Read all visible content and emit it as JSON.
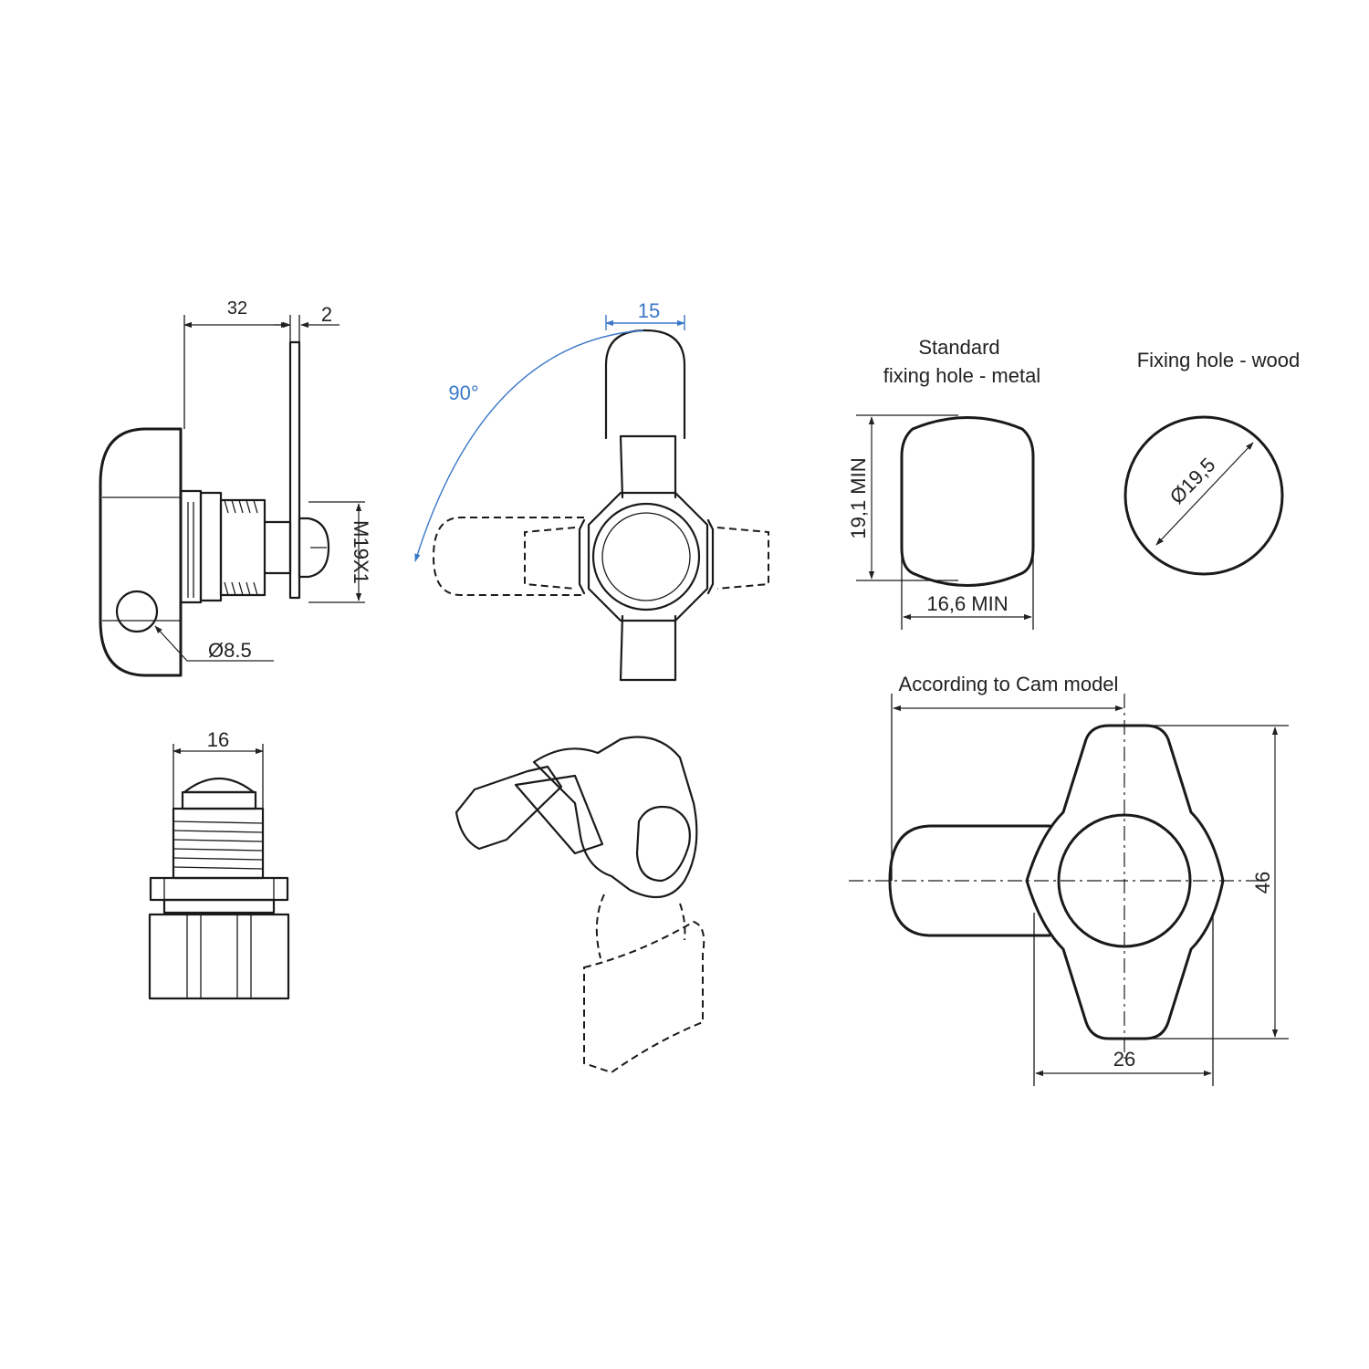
{
  "accent_color": "#3b78c8",
  "line_color": "#1a1a1a",
  "side_view": {
    "dim_length": "32",
    "dim_plate": "2",
    "dim_thread": "M19X1",
    "dim_padlock_hole": "Ø8.5"
  },
  "front_view": {
    "dim_cam_width": "15",
    "rotation_angle": "90°"
  },
  "bottom_view": {
    "dim_width": "16"
  },
  "metal_hole": {
    "title_line1": "Standard",
    "title_line2": "fixing hole - metal",
    "dim_height": "19,1 MIN",
    "dim_width": "16,6 MIN"
  },
  "wood_hole": {
    "title": "Fixing hole - wood",
    "dim_diameter": "Ø19,5"
  },
  "cam_view": {
    "dim_cam_label": "According to Cam model",
    "dim_height": "46",
    "dim_width": "26"
  }
}
